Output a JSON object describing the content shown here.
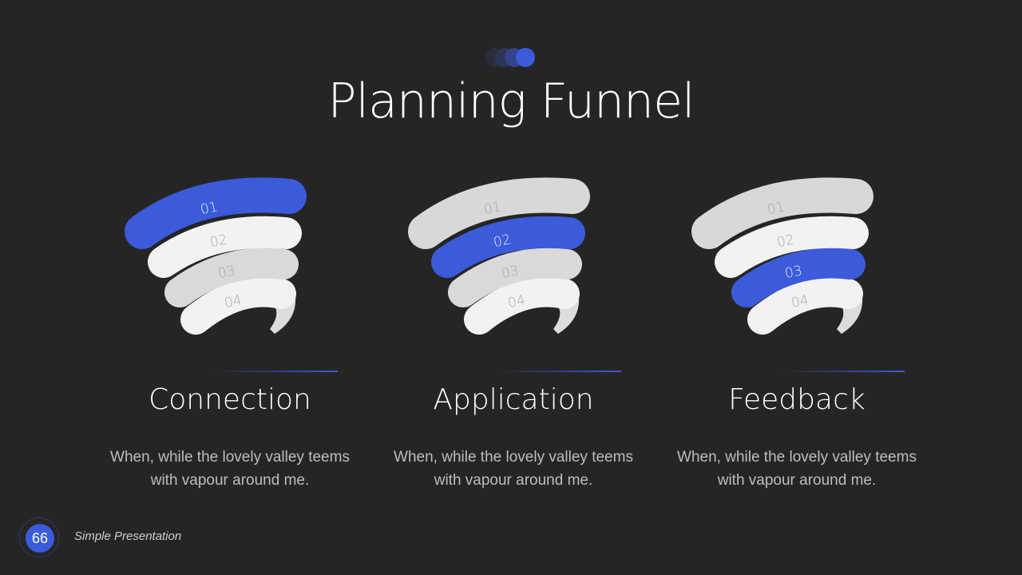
{
  "title": "Planning Funnel",
  "accent": "#3b5bdb",
  "columns": [
    {
      "title": "Connection",
      "description": "When, while the lovely valley teems with vapour around me.",
      "active": 0
    },
    {
      "title": "Application",
      "description": "When, while the lovely valley teems with vapour around me.",
      "active": 1
    },
    {
      "title": "Feedback",
      "description": "When, while the lovely valley teems with vapour around me.",
      "active": 2
    }
  ],
  "band_labels": [
    "01",
    "02",
    "03",
    "04"
  ],
  "footer": {
    "page_number": "66",
    "text": "Simple Presentation"
  }
}
